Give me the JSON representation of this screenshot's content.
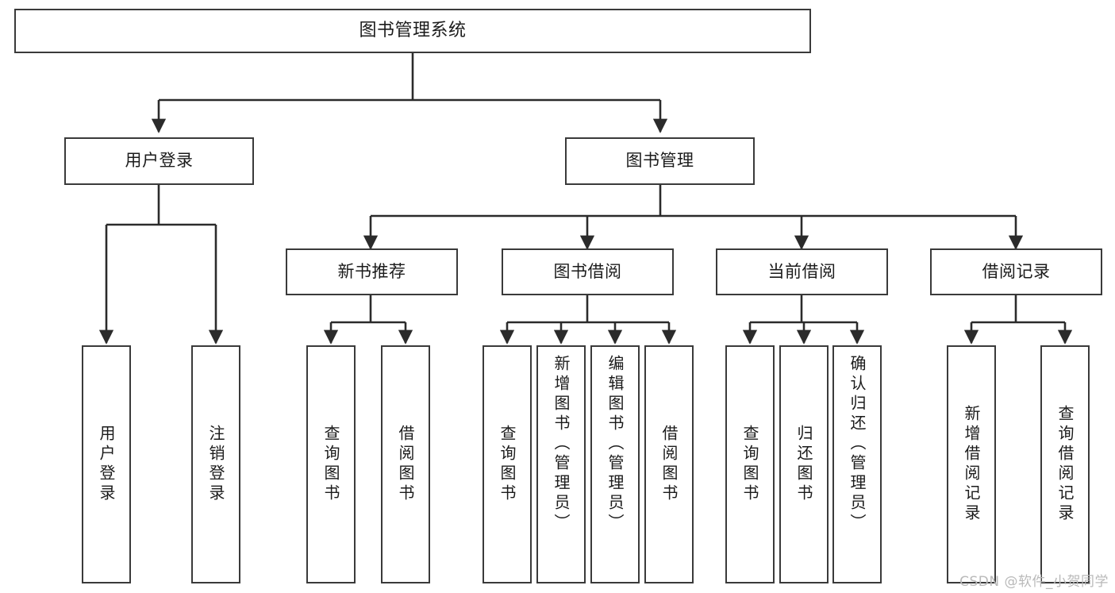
{
  "diagram": {
    "title": "图书管理系统",
    "type": "tree-hierarchy",
    "root": {
      "label": "图书管理系统"
    },
    "level2": [
      {
        "label": "用户登录"
      },
      {
        "label": "图书管理"
      }
    ],
    "level3": [
      {
        "label": "新书推荐"
      },
      {
        "label": "图书借阅"
      },
      {
        "label": "当前借阅"
      },
      {
        "label": "借阅记录"
      }
    ],
    "leaves": {
      "user_login": [
        {
          "label": "用户登录"
        },
        {
          "label": "注销登录"
        }
      ],
      "new_book_recommend": [
        {
          "label": "查询图书"
        },
        {
          "label": "借阅图书"
        }
      ],
      "book_borrow": [
        {
          "label": "查询图书"
        },
        {
          "label": "新增图书（管理员）"
        },
        {
          "label": "编辑图书（管理员）"
        },
        {
          "label": "借阅图书"
        }
      ],
      "current_borrow": [
        {
          "label": "查询图书"
        },
        {
          "label": "归还图书"
        },
        {
          "label": "确认归还（管理员）"
        }
      ],
      "borrow_record": [
        {
          "label": "新增借阅记录"
        },
        {
          "label": "查询借阅记录"
        }
      ]
    }
  },
  "watermark": {
    "text": "CSDN @软件_小贺同学"
  },
  "colors": {
    "box_border": "#3a3a3a",
    "box_fill": "#ffffff",
    "connector": "#2b2b2b",
    "text": "#1b1b1b",
    "watermark": "#b9b9b9"
  }
}
